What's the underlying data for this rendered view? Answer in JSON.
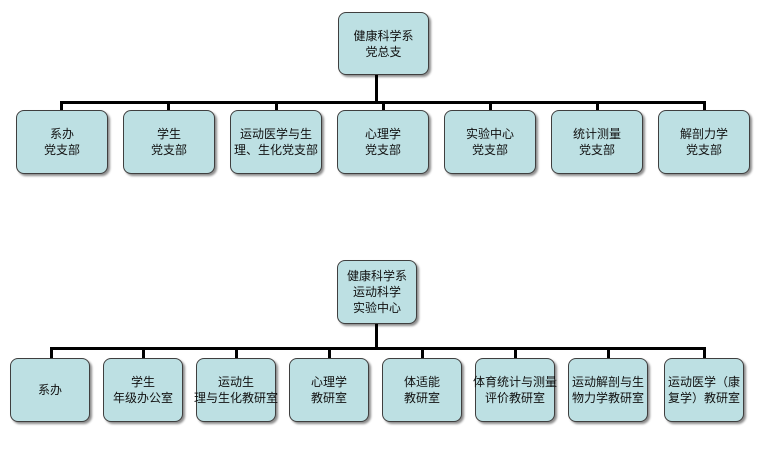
{
  "chart1": {
    "root": "健康科学系\n党总支",
    "children": [
      "系办\n党支部",
      "学生\n党支部",
      "运动医学与生\n理、生化党支部",
      "心理学\n党支部",
      "实验中心\n党支部",
      "统计测量\n党支部",
      "解剖力学\n党支部"
    ]
  },
  "chart2": {
    "root": "健康科学系\n运动科学\n实验中心",
    "children": [
      "系办",
      "学生\n年级办公室",
      "运动生\n理与生化教研室",
      "心理学\n教研室",
      "体适能\n教研室",
      "体育统计与测量\n评价教研室",
      "运动解剖与生\n物力学教研室",
      "运动医学（康\n复学）教研室"
    ]
  },
  "colors": {
    "node_fill": "#bde0e3",
    "node_border": "#3f3f3f",
    "connector": "#000000"
  }
}
